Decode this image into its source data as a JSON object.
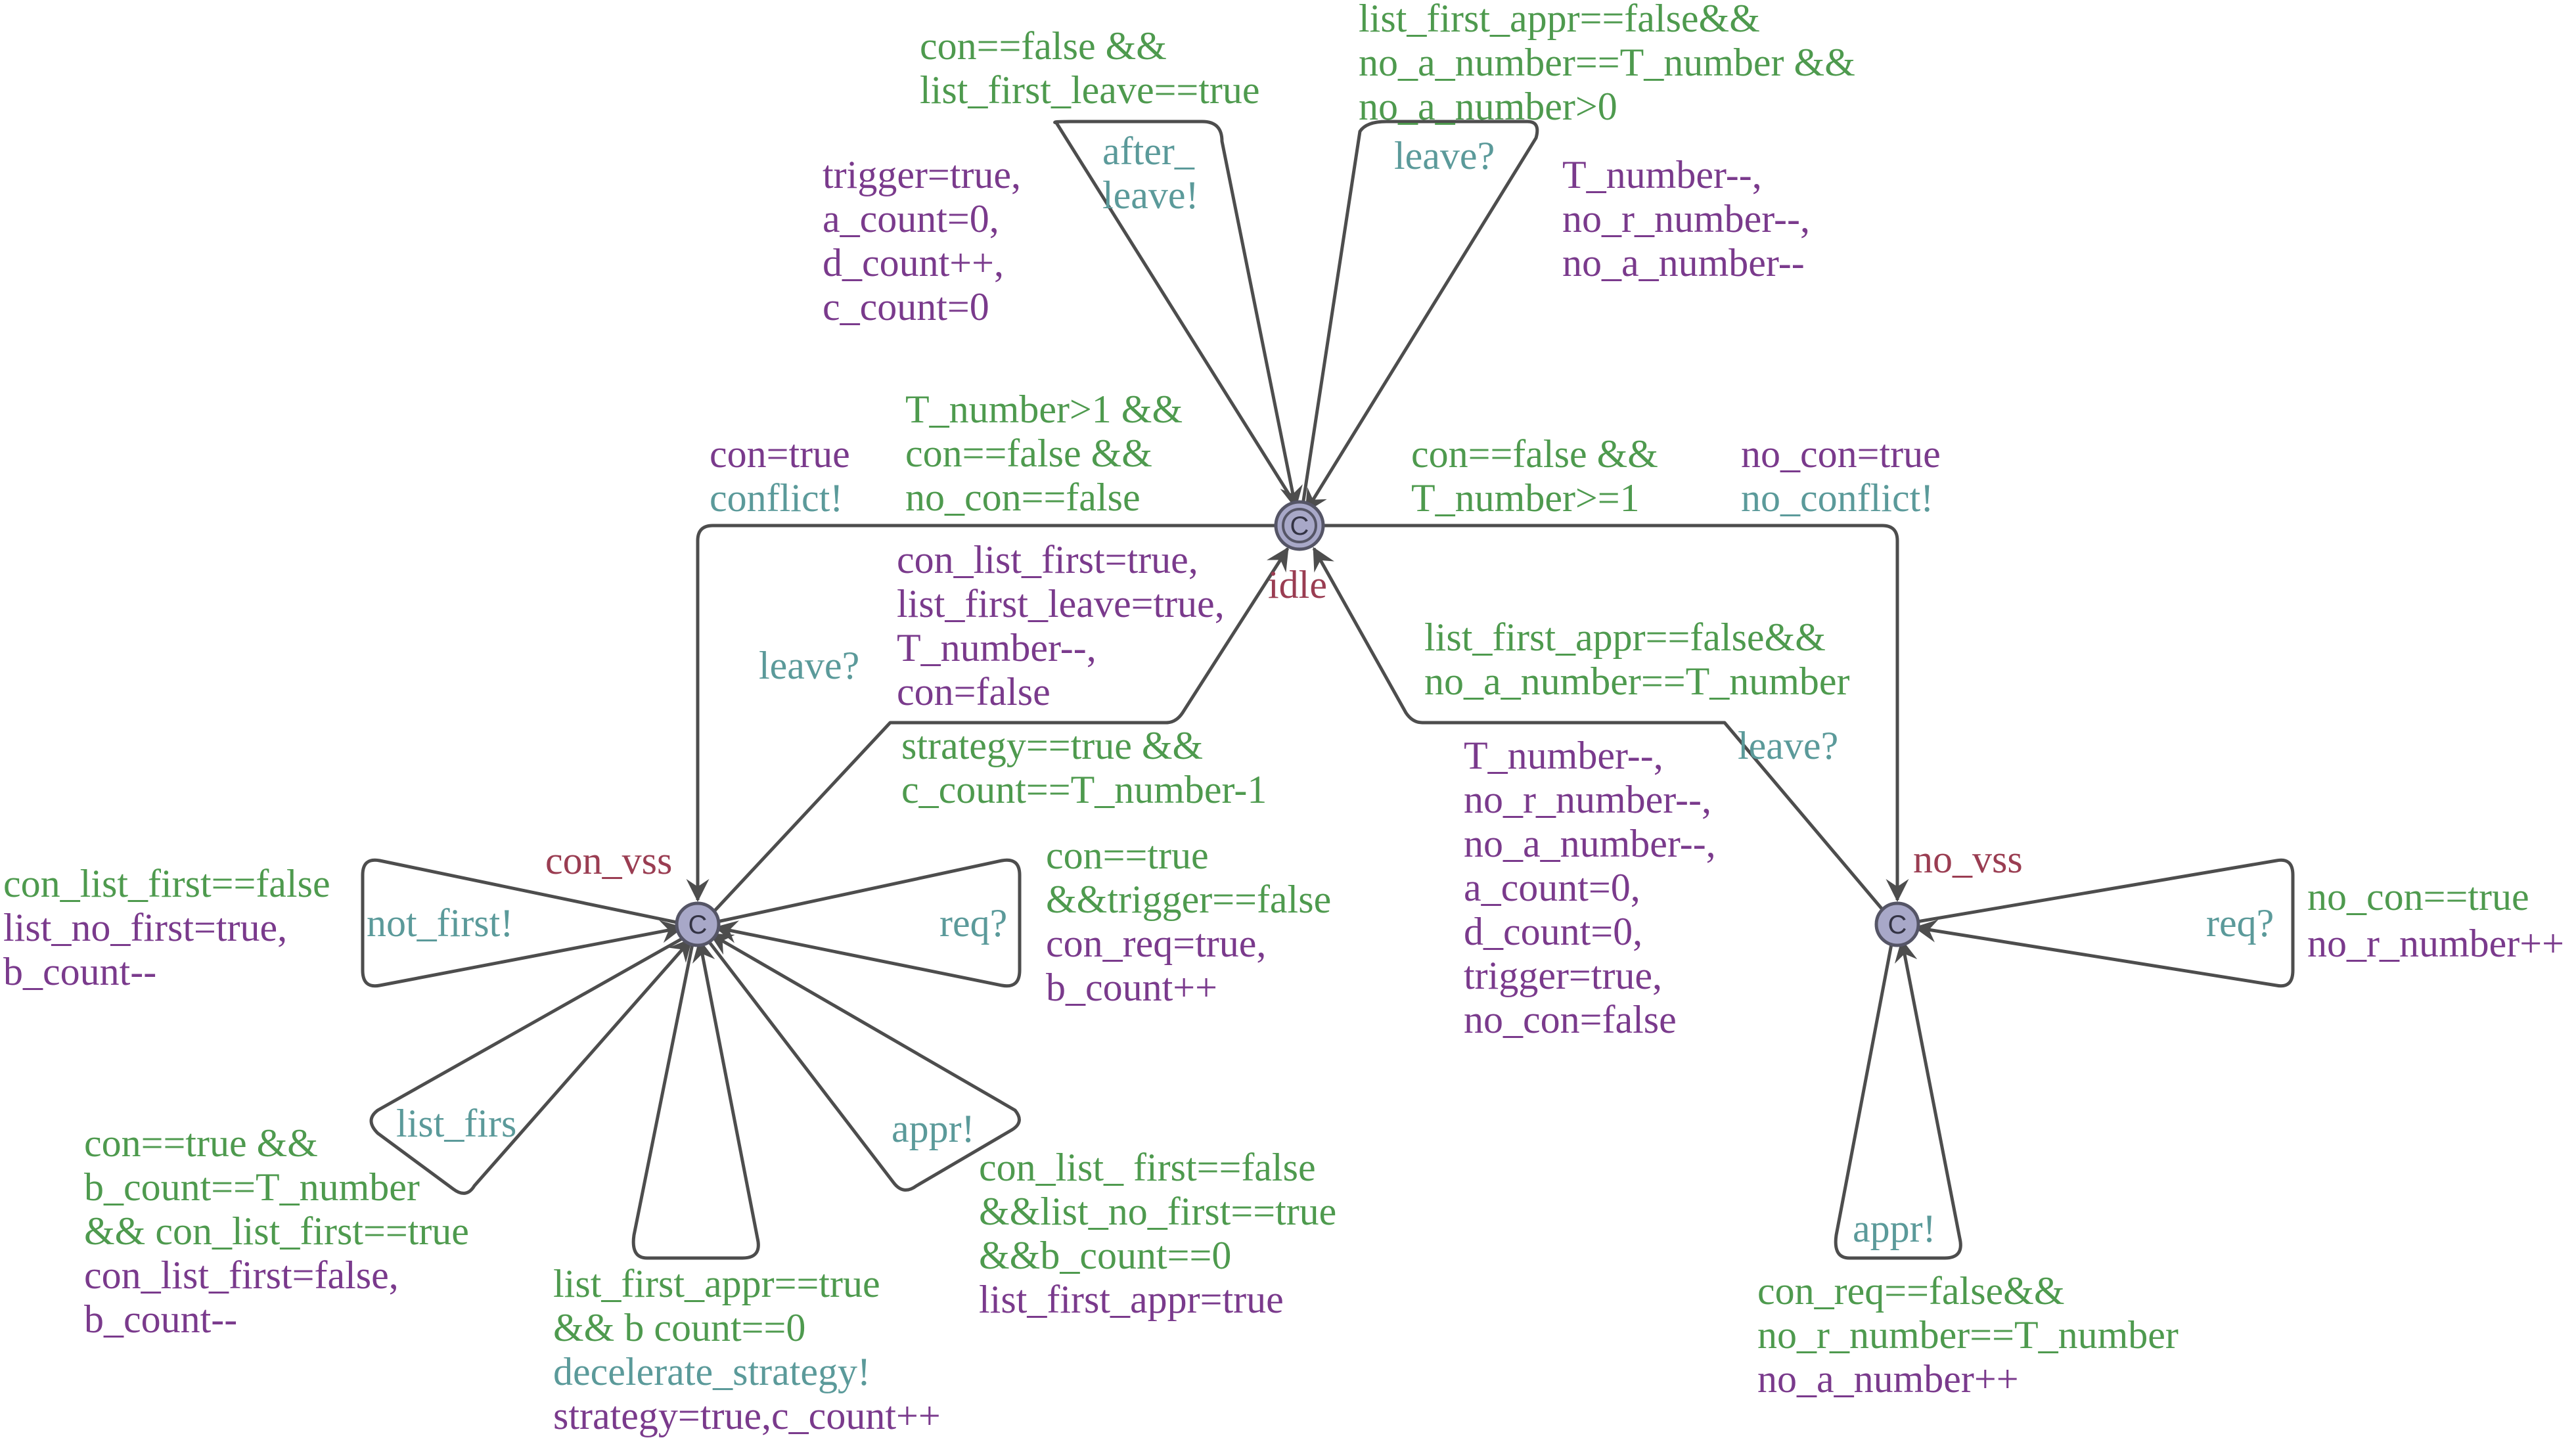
{
  "colors": {
    "guard": "#4e9a4e",
    "update": "#7a3a8c",
    "sync": "#5b9a9a",
    "location": "#9a3d52",
    "edge": "#4d4d4d",
    "node_fill": "#a8a8c8"
  },
  "locations": {
    "idle": {
      "name": "idle",
      "glyph": "C"
    },
    "con_vss": {
      "name": "con_vss",
      "glyph": "C"
    },
    "no_vss": {
      "name": "no_vss",
      "glyph": "C"
    }
  },
  "labels": {
    "top_loop_guard": [
      "con==false &&",
      "list_first_leave==true"
    ],
    "top_loop_sync": [
      "after_",
      "leave!"
    ],
    "top_loop_update": [
      "trigger=true,",
      "a_count=0,",
      "d_count++,",
      "c_count=0"
    ],
    "top_right_loop_guard": [
      "list_first_appr==false&&",
      "no_a_number==T_number &&",
      "no_a_number>0"
    ],
    "top_right_loop_sync": [
      "leave?"
    ],
    "top_right_loop_update": [
      "T_number--,",
      "no_r_number--,",
      "no_a_number--"
    ],
    "conflict_guard": [
      "T_number>1 &&",
      "con==false &&",
      "no_con==false"
    ],
    "conflict_update_sync": [
      "con=true",
      "conflict!"
    ],
    "noconflict_guard": [
      "con==false &&",
      "T_number>=1"
    ],
    "noconflict_update_sync": [
      "no_con=true",
      "no_conflict!"
    ],
    "con_leave_sync": [
      "leave?"
    ],
    "con_leave_update": [
      "con_list_first=true,",
      "list_first_leave=true,",
      "T_number--,",
      "con=false"
    ],
    "con_leave_guard": [
      "strategy==true &&",
      "c_count==T_number-1"
    ],
    "no_leave_guard": [
      "list_first_appr==false&&",
      "no_a_number==T_number"
    ],
    "no_leave_sync": [
      "leave?"
    ],
    "no_leave_update": [
      "T_number--,",
      "no_r_number--,",
      "no_a_number--,",
      "a_count=0,",
      "d_count=0,",
      "trigger=true,",
      "no_con=false"
    ],
    "notfirst_guard": [
      "con_list_first==false"
    ],
    "notfirst_update": [
      "list_no_first=true,",
      "b_count--"
    ],
    "notfirst_sync": [
      "not_first!"
    ],
    "con_req_sync": [
      "req?"
    ],
    "con_req_guard": [
      "con==true",
      "&&trigger==false"
    ],
    "con_req_update": [
      "con_req=true,",
      "b_count++"
    ],
    "listfirs_sync": [
      "list_firs"
    ],
    "listfirs_guard": [
      "con==true &&",
      "b_count==T_number",
      "&& con_list_first==true"
    ],
    "listfirs_update": [
      "con_list_first=false,",
      "b_count--"
    ],
    "decel_guard": [
      "list_first_appr==true",
      "&& b count==0"
    ],
    "decel_sync": [
      "decelerate_strategy!"
    ],
    "decel_update": [
      "strategy=true,c_count++"
    ],
    "con_appr_sync": [
      "appr!"
    ],
    "con_appr_guard": [
      "con_list_ first==false",
      "&&list_no_first==true",
      "&&b_count==0"
    ],
    "con_appr_update": [
      "list_first_appr=true"
    ],
    "no_req_sync": [
      "req?"
    ],
    "no_req_guard": [
      "no_con==true"
    ],
    "no_req_update": [
      "no_r_number++"
    ],
    "no_appr_sync": [
      "appr!"
    ],
    "no_appr_guard": [
      "con_req==false&&",
      "no_r_number==T_number"
    ],
    "no_appr_update": [
      "no_a_number++"
    ]
  }
}
